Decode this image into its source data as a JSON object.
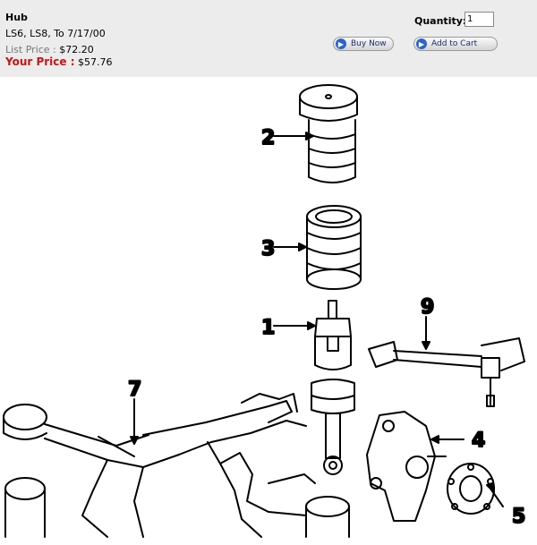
{
  "product": {
    "name": "Hub",
    "description": "LS6, LS8, To 7/17/00",
    "list_price_label": "List Price :",
    "list_price": "$72.20",
    "your_price_label": "Your Price :",
    "your_price": "$57.76"
  },
  "purchase": {
    "quantity_label": "Quantity:",
    "quantity_value": "1",
    "buy_now_label": "Buy Now",
    "add_to_cart_label": "Add to Cart"
  },
  "diagram": {
    "callouts": [
      "1",
      "2",
      "3",
      "4",
      "5",
      "7",
      "9"
    ]
  },
  "colors": {
    "header_bg": "#ececec",
    "price_accent": "#cc1111",
    "button_icon": "#2b64c8"
  }
}
